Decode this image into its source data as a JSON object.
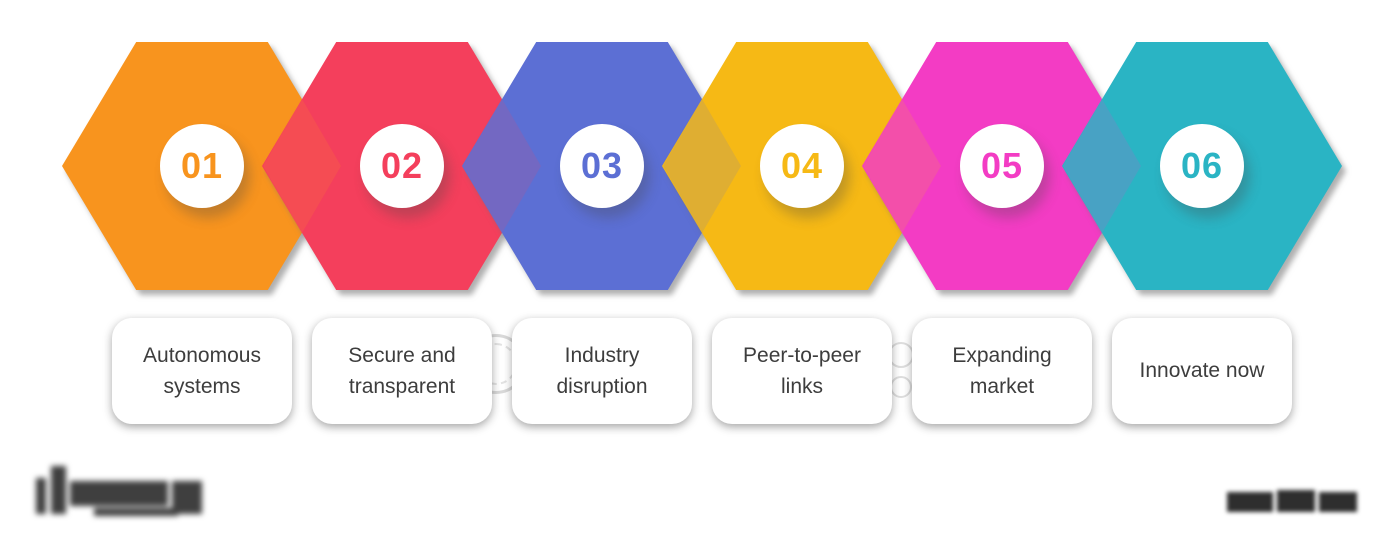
{
  "steps": [
    {
      "number": "01",
      "label": "Autonomous systems",
      "color": "#F8941E"
    },
    {
      "number": "02",
      "label": "Secure and transparent",
      "color": "#F43F5C"
    },
    {
      "number": "03",
      "label": "Industry disruption",
      "color": "#5C6FD4"
    },
    {
      "number": "04",
      "label": "Peer-to-peer links",
      "color": "#F6B915"
    },
    {
      "number": "05",
      "label": "Expanding market",
      "color": "#F33CC4"
    },
    {
      "number": "06",
      "label": "Innovate now",
      "color": "#2AB4C4"
    }
  ],
  "overlaps": [
    {
      "between": "01-02",
      "color": "#F54C53"
    },
    {
      "between": "02-03",
      "color": "#7368C2"
    },
    {
      "between": "03-04",
      "color": "#DFAE32"
    },
    {
      "between": "04-05",
      "color": "#F34FAA"
    },
    {
      "between": "05-06",
      "color": "#48A2C4"
    }
  ],
  "decorations": {
    "badge_icon": "seal-circle-icon",
    "mini_icons": "small-circle-icons"
  },
  "style": {
    "background": "#FFFFFF",
    "card_bg": "#FFFFFF",
    "card_text_color": "#3D3D3D"
  }
}
